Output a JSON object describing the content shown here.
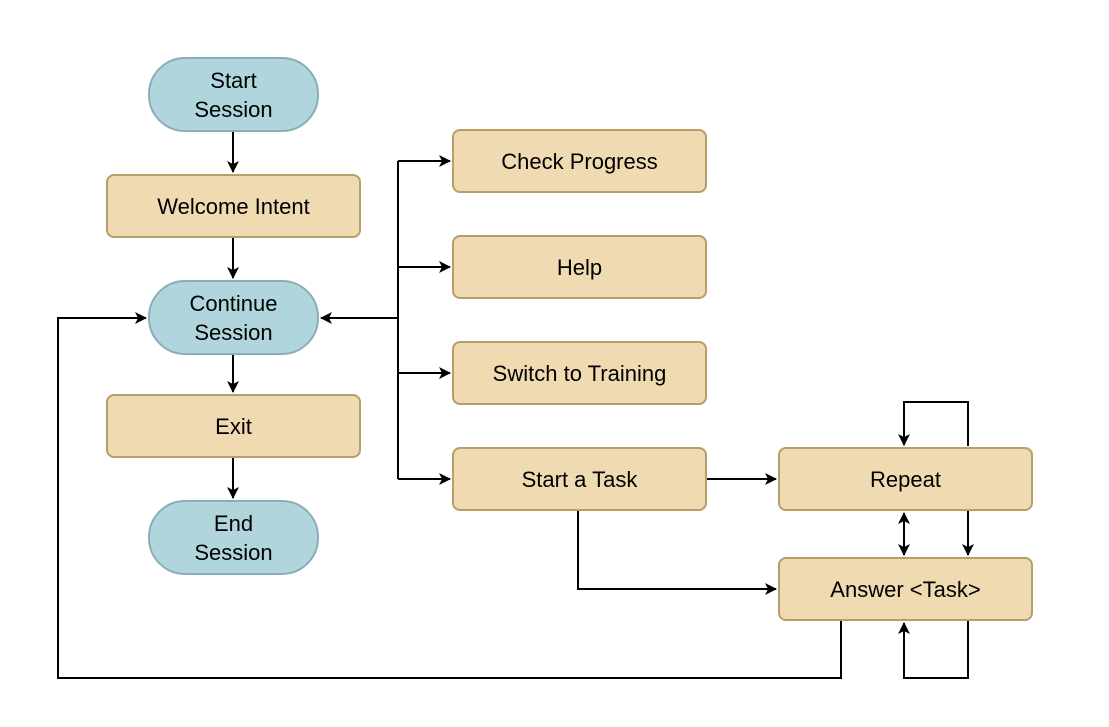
{
  "nodes": {
    "start_session": "Start\nSession",
    "welcome_intent": "Welcome Intent",
    "continue_session": "Continue\nSession",
    "exit": "Exit",
    "end_session": "End\nSession",
    "check_progress": "Check Progress",
    "help": "Help",
    "switch_to_training": "Switch to Training",
    "start_a_task": "Start a Task",
    "repeat": "Repeat",
    "answer_task": "Answer <Task>"
  },
  "colors": {
    "terminal_fill": "#b1d5dc",
    "terminal_stroke": "#8aaeb5",
    "process_fill": "#efdab1",
    "process_stroke": "#b89e6a",
    "edge": "#000000"
  }
}
